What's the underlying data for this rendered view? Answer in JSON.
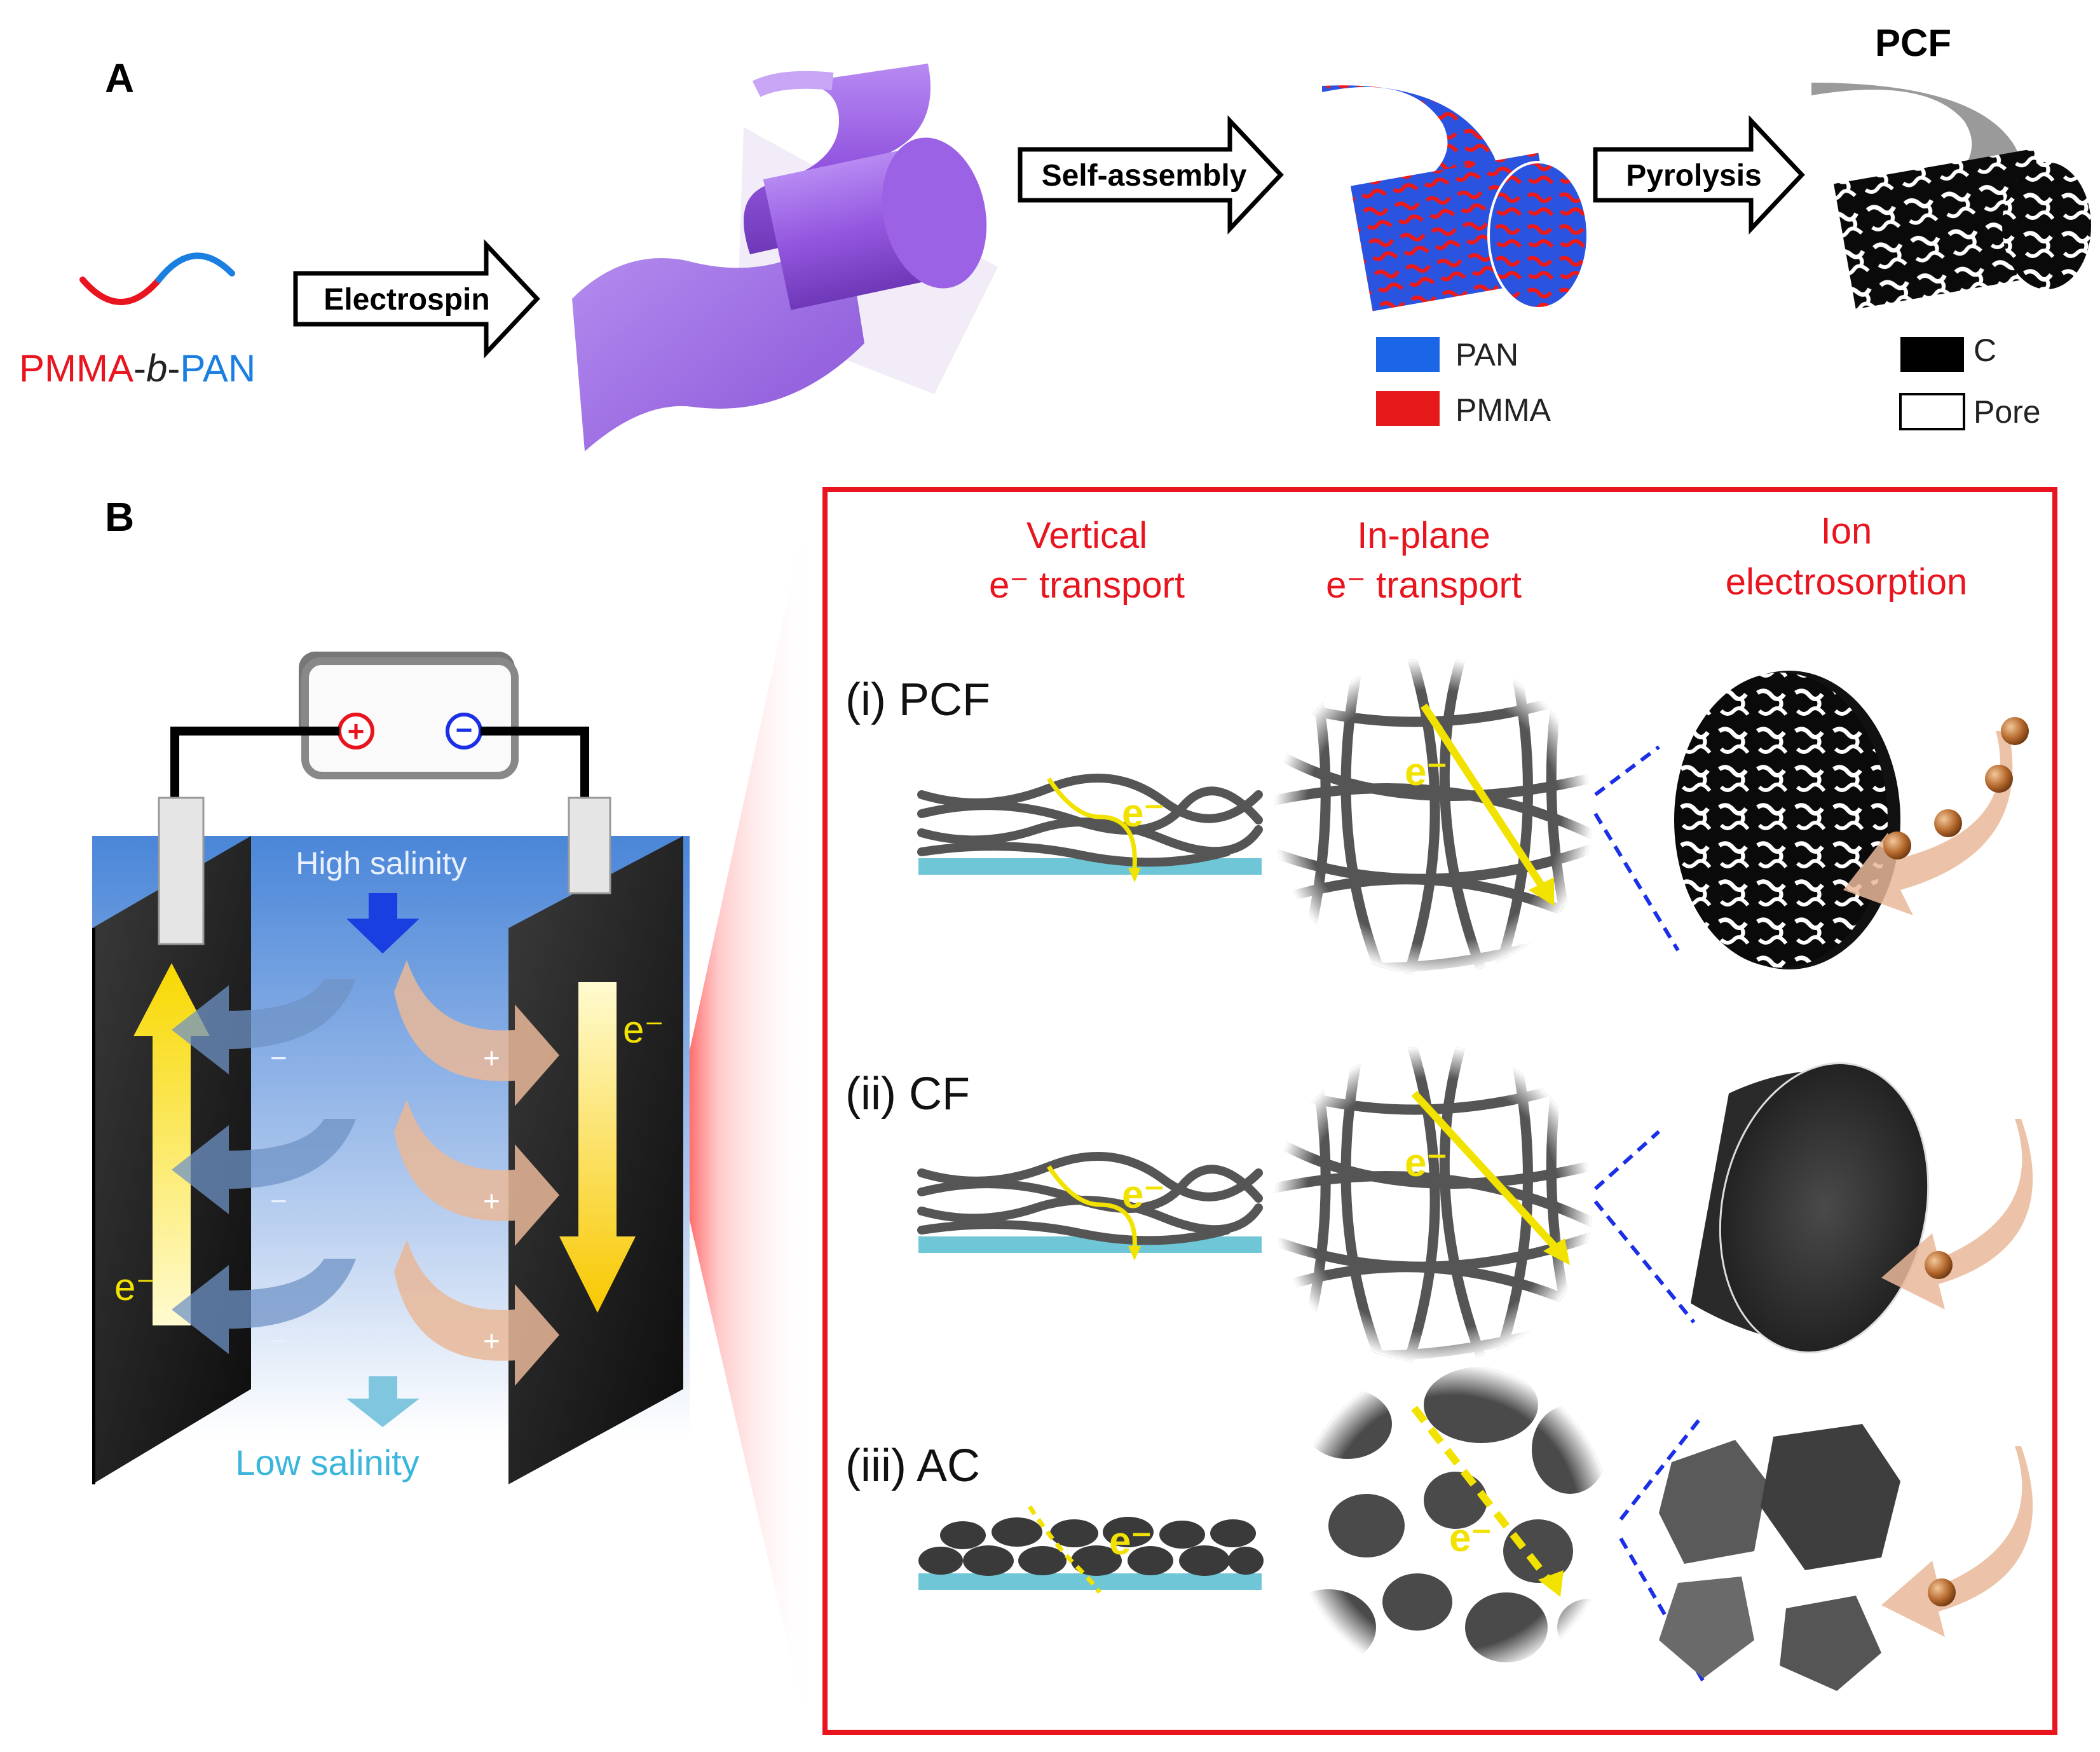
{
  "panel_a": {
    "label": "A",
    "polymer": {
      "part1": "PMMA",
      "part2": "-",
      "part3": "b",
      "part4": "-",
      "part5": "PAN"
    },
    "arrow_electrospin": "Electrospin",
    "arrow_self_assembly": "Self-assembly",
    "arrow_pyrolysis": "Pyrolysis",
    "pcf_title": "PCF",
    "legend_polymer": [
      {
        "label": "PAN",
        "color": "#1a66e6"
      },
      {
        "label": "PMMA",
        "color": "#e61a1a"
      }
    ],
    "legend_carbon": [
      {
        "label": "C",
        "color": "#000000"
      },
      {
        "label": "Pore",
        "color": "#ffffff"
      }
    ]
  },
  "panel_b": {
    "label": "B",
    "cell": {
      "plus_symbol": "+",
      "minus_symbol": "−",
      "high_salinity": "High salinity",
      "low_salinity": "Low salinity",
      "electron_left": "e⁻",
      "electron_right": "e⁻",
      "ion_plus": "+",
      "ion_minus": "−"
    },
    "columns": [
      {
        "line1": "Vertical",
        "line2": "e⁻ transport"
      },
      {
        "line1": "In-plane",
        "line2": "e⁻ transport"
      },
      {
        "line1": "Ion",
        "line2": "electrosorption"
      }
    ],
    "rows": [
      {
        "label": "(i) PCF",
        "electron": "e⁻"
      },
      {
        "label": "(ii) CF",
        "electron": "e⁻"
      },
      {
        "label": "(iii) AC",
        "electron": "e⁻"
      }
    ],
    "ion_plus": "+"
  },
  "colors": {
    "red_text": "#e8141e",
    "blue_text": "#1a7fe0",
    "purple": "#9a5fe0",
    "yellow": "#f4e400",
    "teal": "#6ec6d6",
    "box_red": "#e8141e",
    "dash_blue": "#1a2fe6"
  }
}
